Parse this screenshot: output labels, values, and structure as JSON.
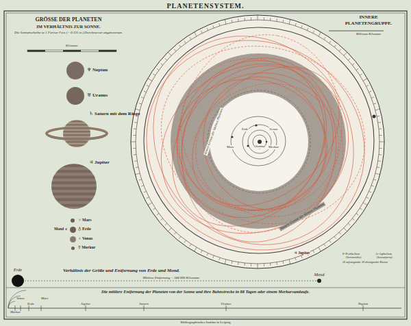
{
  "diagram": {
    "title": "PLANETENSYSTEM.",
    "nodes": [
      {
        "text": [
          "♆ Neptun"
        ]
      },
      {
        "text": [
          "♅ Uranus"
        ]
      },
      {
        "text": [
          "♄ Saturn mit dem Ringe"
        ]
      },
      {
        "text": [
          "♃ Jupiter"
        ]
      },
      {
        "text": [
          "♂ Mars"
        ]
      },
      {
        "text": [
          "Mond"
        ]
      },
      {
        "text": [
          "♁ Erde"
        ]
      },
      {
        "text": [
          "♀ Venus"
        ]
      },
      {
        "text": [
          "☿ Merkur"
        ]
      },
      {
        "text": [
          "Sonne"
        ]
      },
      {
        "text": [
          "Erde"
        ]
      },
      {
        "text": [
          "Mond"
        ]
      }
    ],
    "labels": [
      "GRÖSSE DER PLANETEN",
      "IM VERHÄLTNIS ZUR SONNE.",
      "Die Sonnenscheibe zu 1 Pariser Fuss (= 0.325 m.) Durchmesser angenommen.",
      "Kilometer",
      "INNERE",
      "PLANETENGRUPPE.",
      "Millionen Kilometer",
      "Innere Grenze der kleinen Planeten",
      "Äussere Grenze der kleinen Planeten",
      "Mars",
      "Erde",
      "Venus",
      "Merkur",
      "♃ Jupiter",
      "P-Perihelion",
      "(Sonnennähe)",
      "A-Aphelion",
      "(Sonnenferne)",
      "☊ aufsteigender ☋ absteigender Knoten",
      "Verhältnis der Größe und Entfernung von Erde und Mond.",
      "Mittlere Entfernung = 384 000 Kilometer",
      "Die mittlere Entfernung der Planeten von der Sonne und ihre Bahnstrecke in 88 Tagen oder einem Merkursumlaufe.",
      "Merkur",
      "Venus",
      "Erde",
      "Mars",
      "Jupiter",
      "Saturn",
      "Uranus",
      "Neptun",
      "Bibliographisches Institut in Leipzig"
    ]
  }
}
